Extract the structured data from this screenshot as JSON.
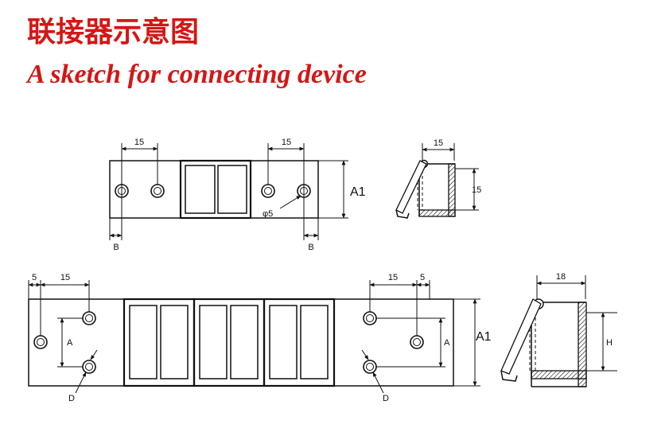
{
  "title_cn": "联接器示意图",
  "title_en": "A sketch for connecting device",
  "top_front": {
    "dim_left_spacing": "15",
    "dim_right_spacing": "15",
    "dim_height": "A1",
    "hole_label": "φ5",
    "dim_left_edge": "B",
    "dim_right_edge": "B"
  },
  "top_side": {
    "dim_width": "15",
    "dim_height": "15"
  },
  "bottom_front": {
    "dim_left_edge": "5",
    "dim_left_spacing": "15",
    "dim_right_spacing": "15",
    "dim_right_edge": "5",
    "dim_left_hole_pitch": "A",
    "dim_right_hole_pitch": "A",
    "dim_height": "A1",
    "left_hole_label": "D",
    "right_hole_label": "D"
  },
  "bottom_side": {
    "dim_width": "18",
    "dim_height": "H"
  }
}
